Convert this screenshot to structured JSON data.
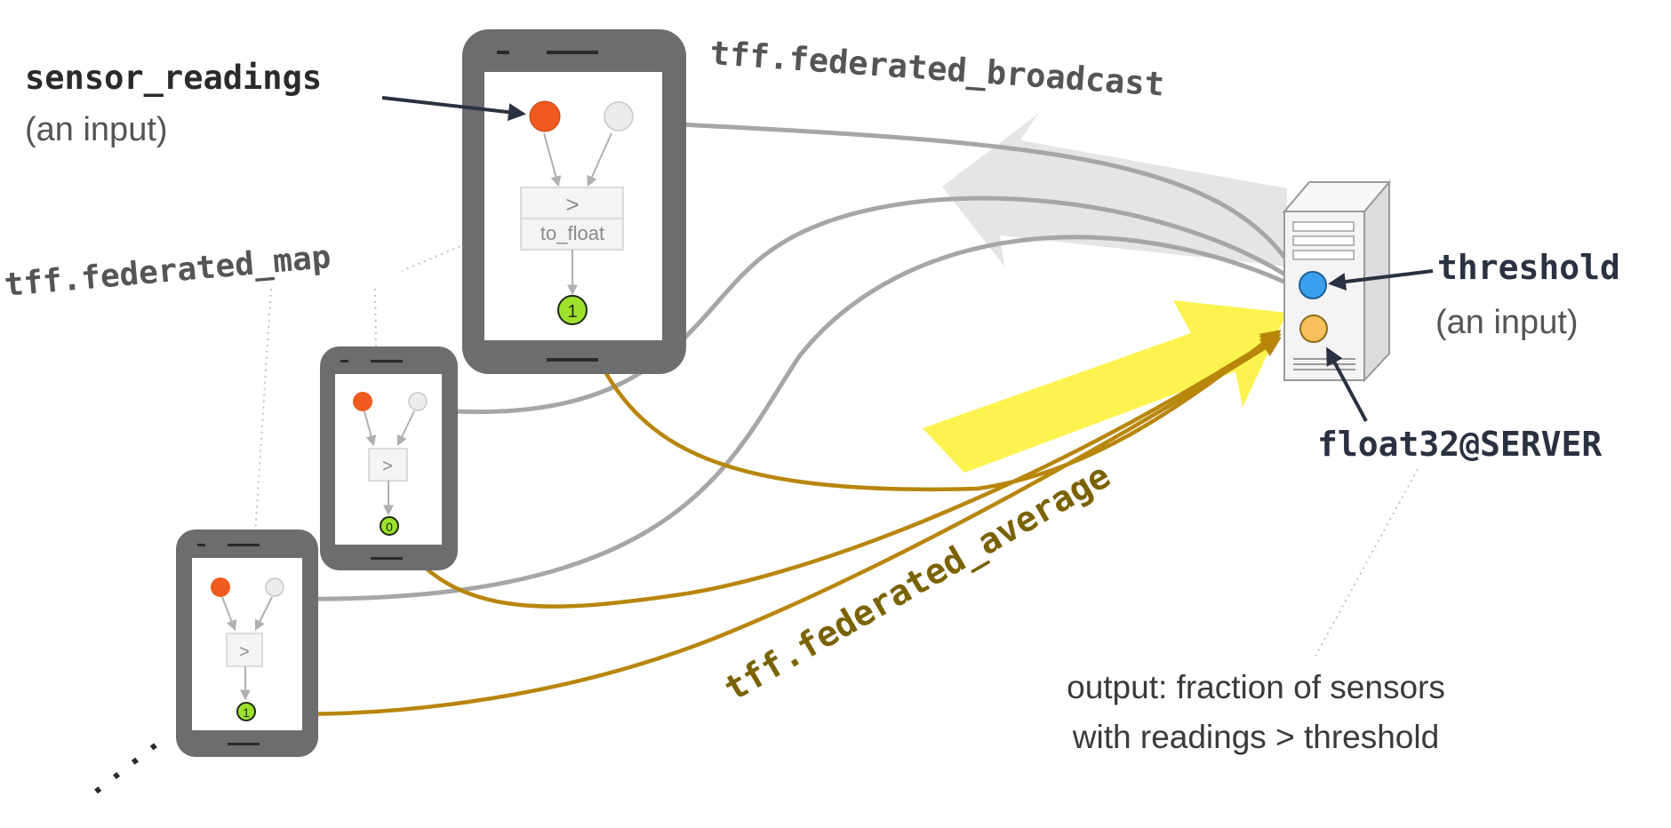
{
  "labels": {
    "sensor_readings": "sensor_readings",
    "sensor_readings_note": "(an input)",
    "federated_broadcast": "tff.federated_broadcast",
    "federated_map": "tff.federated_map",
    "federated_average": "tff.federated_average",
    "threshold": "threshold",
    "threshold_note": "(an input)",
    "server_type": "float32@SERVER",
    "output_line1": "output: fraction of sensors",
    "output_line2": "with readings > threshold"
  },
  "devices": [
    {
      "op_symbol": ">",
      "op_name": "to_float",
      "result": "1"
    },
    {
      "op_symbol": ">",
      "result": "0"
    },
    {
      "op_symbol": ">",
      "result": "1"
    }
  ],
  "more_devices_indicator": "....",
  "colors": {
    "device_frame": "#6d6d6d",
    "sensor_node": "#f05a1e",
    "broadcast_node": "#ececec",
    "result_node": "#9ee02c",
    "threshold_node": "#3aa0ee",
    "output_node": "#f6c15a",
    "average_arrow": "#fcf34e",
    "broadcast_arrow": "#e2e2e2",
    "average_lines": "#b8860b",
    "broadcast_lines": "#a6a6a6",
    "label_dark": "#2a3140",
    "label_gray": "#555555",
    "average_label": "#7a6200"
  },
  "icons": [
    "server-icon",
    "smartphone-icon"
  ]
}
